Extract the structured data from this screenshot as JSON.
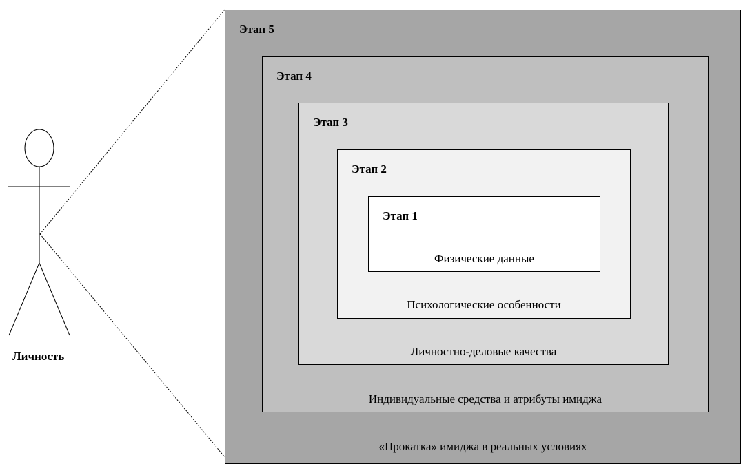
{
  "person": {
    "label": "Личность"
  },
  "stages": [
    {
      "title": "Этап 1",
      "description": "Физические данные"
    },
    {
      "title": "Этап 2",
      "description": "Психологические особенности"
    },
    {
      "title": "Этап 3",
      "description": "Личностно-деловые качества"
    },
    {
      "title": "Этап 4",
      "description": "Индивидуальные средства и атрибуты имиджа"
    },
    {
      "title": "Этап 5",
      "description": "«Прокатка» имиджа в реальных условиях"
    }
  ]
}
